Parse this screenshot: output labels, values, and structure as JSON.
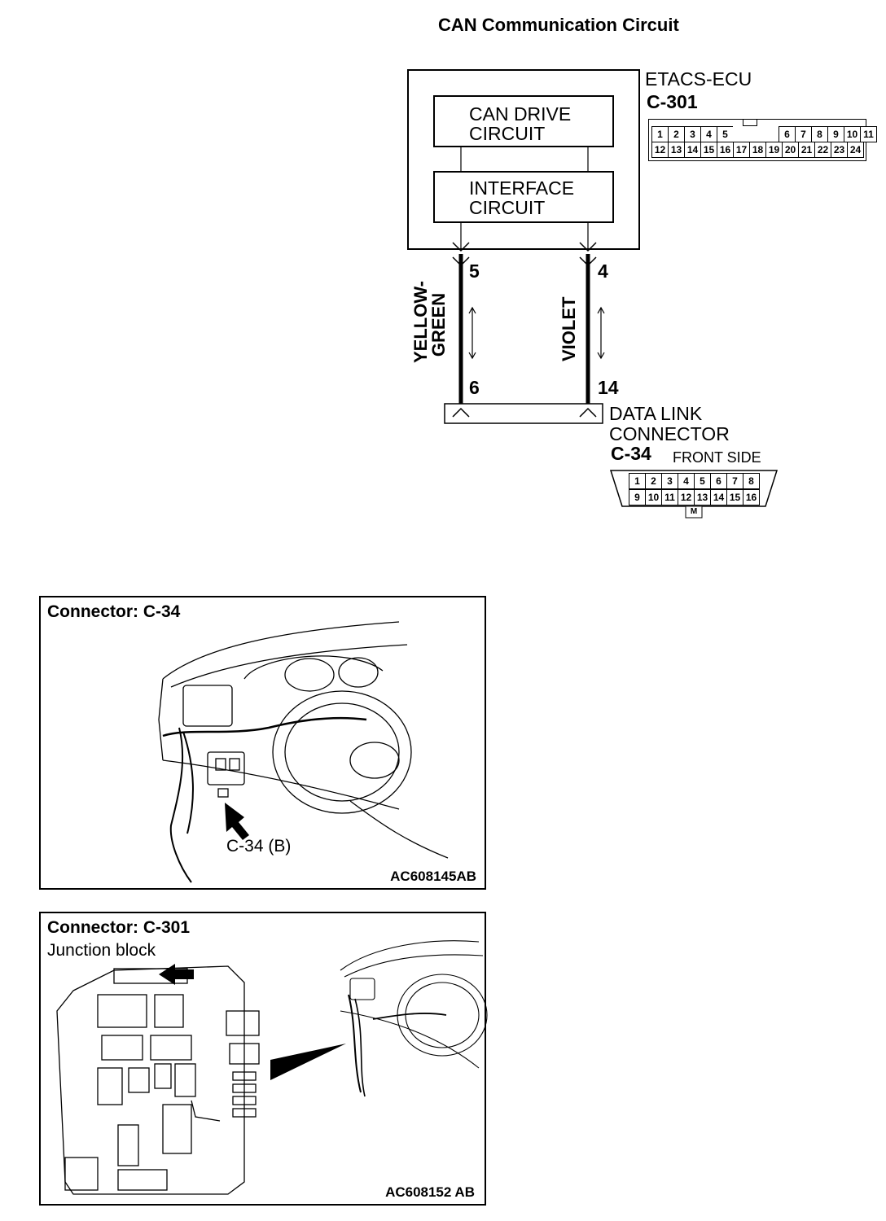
{
  "title": "CAN Communication Circuit",
  "ecu": {
    "name": "ETACS-ECU",
    "connector": "C-301",
    "block1": "CAN DRIVE\nCIRCUIT",
    "block2": "INTERFACE\nCIRCUIT",
    "pins_top": [
      "1",
      "2",
      "3",
      "4",
      "5",
      "",
      "6",
      "7",
      "8",
      "9",
      "10",
      "11"
    ],
    "pins_bottom": [
      "12",
      "13",
      "14",
      "15",
      "16",
      "17",
      "18",
      "19",
      "20",
      "21",
      "22",
      "23",
      "24"
    ]
  },
  "wires": [
    {
      "color_label": "YELLOW-\nGREEN",
      "pin_top": "5",
      "pin_bottom": "6"
    },
    {
      "color_label": "VIOLET",
      "pin_top": "4",
      "pin_bottom": "14"
    }
  ],
  "dlc": {
    "name": "DATA LINK\nCONNECTOR",
    "connector": "C-34",
    "side": "FRONT SIDE",
    "pins_top": [
      "1",
      "2",
      "3",
      "4",
      "5",
      "6",
      "7",
      "8"
    ],
    "pins_bottom": [
      "9",
      "10",
      "11",
      "12",
      "13",
      "14",
      "15",
      "16"
    ],
    "tab": "M"
  },
  "panel1": {
    "title": "Connector: C-34",
    "callout": "C-34 (B)",
    "code": "AC608145AB"
  },
  "panel2": {
    "title": "Connector: C-301",
    "subtitle": "Junction block",
    "code": "AC608152 AB"
  }
}
